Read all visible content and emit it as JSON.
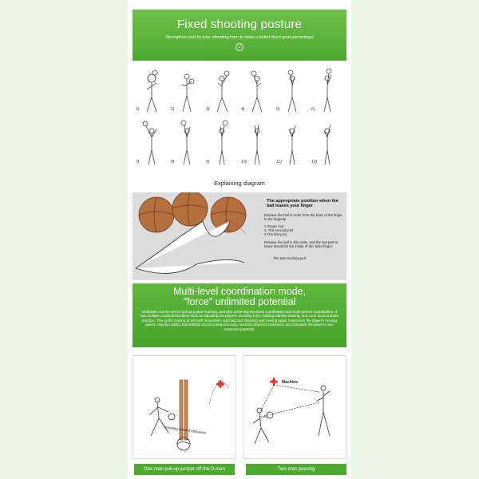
{
  "header": {
    "title": "Fixed shooting posture",
    "subtitle": "Strengthen and fix your shooting form to have a better fixed goal percentage",
    "chevron_icon": "chevron-down-icon"
  },
  "figures": {
    "labels": [
      "1)",
      "2)",
      "3)",
      "4)",
      "5)",
      "6)",
      "7)",
      "8)",
      "9)",
      "10)",
      "11)",
      "12)"
    ]
  },
  "explain": {
    "caption": "Explaining diagram"
  },
  "hand": {
    "title": "The appropriate position when the ball leaves your finger",
    "para1": "Release the ball in order from the base of the finger to the fingertip",
    "list": [
      "1.Finger root",
      "2. The second joint",
      "3.The first joint"
    ],
    "para2": "Release the ball in this order, and the last part to leave should be the inside of the index finger.",
    "last_label": "The last touching part"
  },
  "coordination": {
    "title_line1": "Multi-level coordination mode,",
    "title_line2": "\"force\" unlimited potential",
    "body": "Obstacles can be set for pull up jumper training, and also achieving two-pass coordination and multi-person coordination. It has multiple practical functions such as adjusting the player's shooting form, holding stability training, and court tactical strain practice. The cyclic training of azimuth movement, catching and shooting and moving again maximizes the player's moving speed, reaction ability, ball stability and shooting accuracy, exercise physical endurance and stimulate the player's own maximum potential."
  },
  "panels": {
    "left_caption": "One man pull up jumper off the D-man",
    "left_ground_label": "Shooting around obstacles",
    "right_caption": "Two-man passing",
    "right_machine_label": "Machine"
  },
  "colors": {
    "green": "#4ea92f",
    "red": "#e53935",
    "ball": "#b5703f"
  }
}
